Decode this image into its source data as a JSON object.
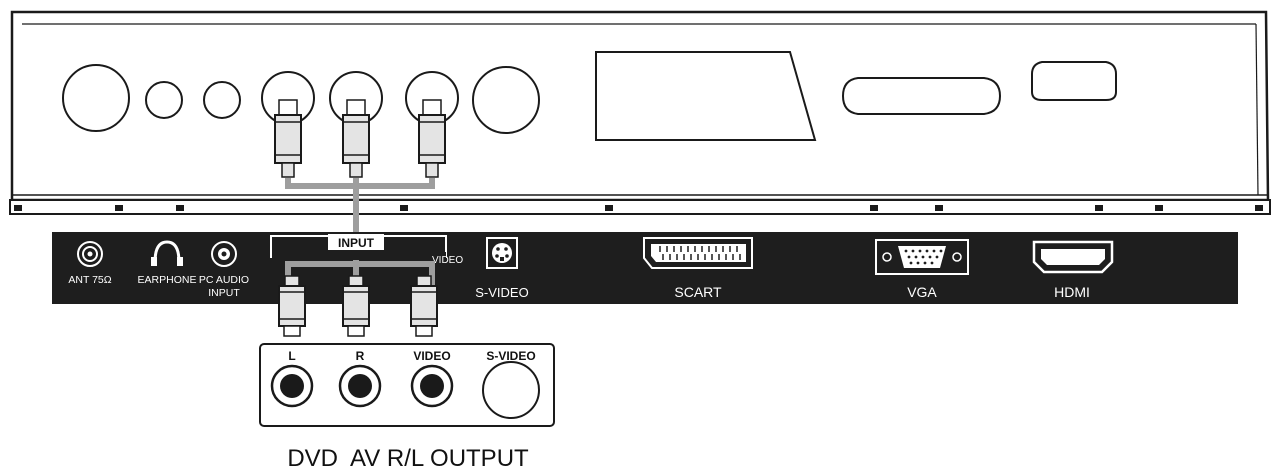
{
  "colors": {
    "outline": "#1a1a1a",
    "panel": "#1e1e1e",
    "cable": "#9e9e9e",
    "plug": "#e4e4e4",
    "background": "#ffffff"
  },
  "panel": {
    "ports": {
      "ant": "ANT 75Ω",
      "earphone": "EARPHONE",
      "pc_audio_1": "PC AUDIO",
      "pc_audio_2": "INPUT",
      "input_group": "INPUT",
      "input_group_right": "VIDEO",
      "s_video": "S-VIDEO",
      "scart": "SCART",
      "vga": "VGA",
      "hdmi": "HDMI"
    }
  },
  "dvd": {
    "jacks": {
      "l": "L",
      "r": "R",
      "video": "VIDEO",
      "s_video": "S-VIDEO"
    },
    "caption": "DVD  AV R/L OUTPUT"
  },
  "icons": [
    "antenna-port-icon",
    "headphone-icon",
    "audio-jack-icon",
    "s-video-port-icon",
    "scart-port-icon",
    "vga-port-icon",
    "hdmi-port-icon",
    "rca-plug-icon"
  ]
}
